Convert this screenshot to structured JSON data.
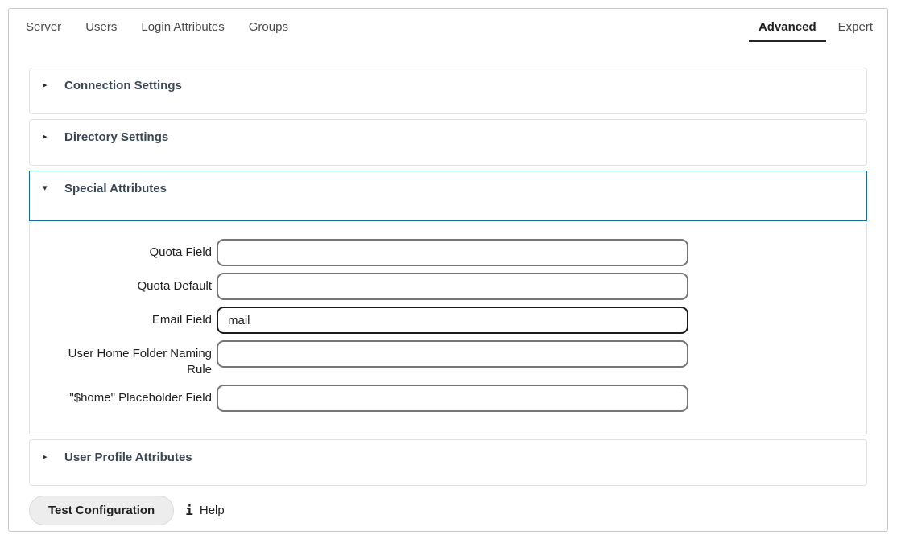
{
  "tabs": {
    "left": [
      {
        "label": "Server"
      },
      {
        "label": "Users"
      },
      {
        "label": "Login Attributes"
      },
      {
        "label": "Groups"
      }
    ],
    "right": [
      {
        "label": "Advanced",
        "active": true
      },
      {
        "label": "Expert",
        "active": false
      }
    ]
  },
  "sections": [
    {
      "title": "Connection Settings",
      "state": "collapsed",
      "caret": "▸"
    },
    {
      "title": "Directory Settings",
      "state": "collapsed",
      "caret": "▸"
    },
    {
      "title": "Special Attributes",
      "state": "expanded",
      "caret": "▾"
    },
    {
      "title": "User Profile Attributes",
      "state": "collapsed",
      "caret": "▸"
    }
  ],
  "form": {
    "fields": [
      {
        "label": "Quota Field",
        "value": "",
        "focused": false
      },
      {
        "label": "Quota Default",
        "value": "",
        "focused": false
      },
      {
        "label": "Email Field",
        "value": "mail",
        "focused": true
      },
      {
        "label": "User Home Folder Naming Rule",
        "value": "",
        "focused": false
      },
      {
        "label": "\"$home\" Placeholder Field",
        "value": "",
        "focused": false
      }
    ]
  },
  "footer": {
    "test_button_label": "Test Configuration",
    "help_icon_glyph": "i",
    "help_label": "Help"
  },
  "colors": {
    "expanded_section_border": "#176a9e",
    "section_title": "#3b4654",
    "input_border": "#767676",
    "focused_input_border": "#1a1a1a",
    "active_tab_underline": "#252525"
  }
}
